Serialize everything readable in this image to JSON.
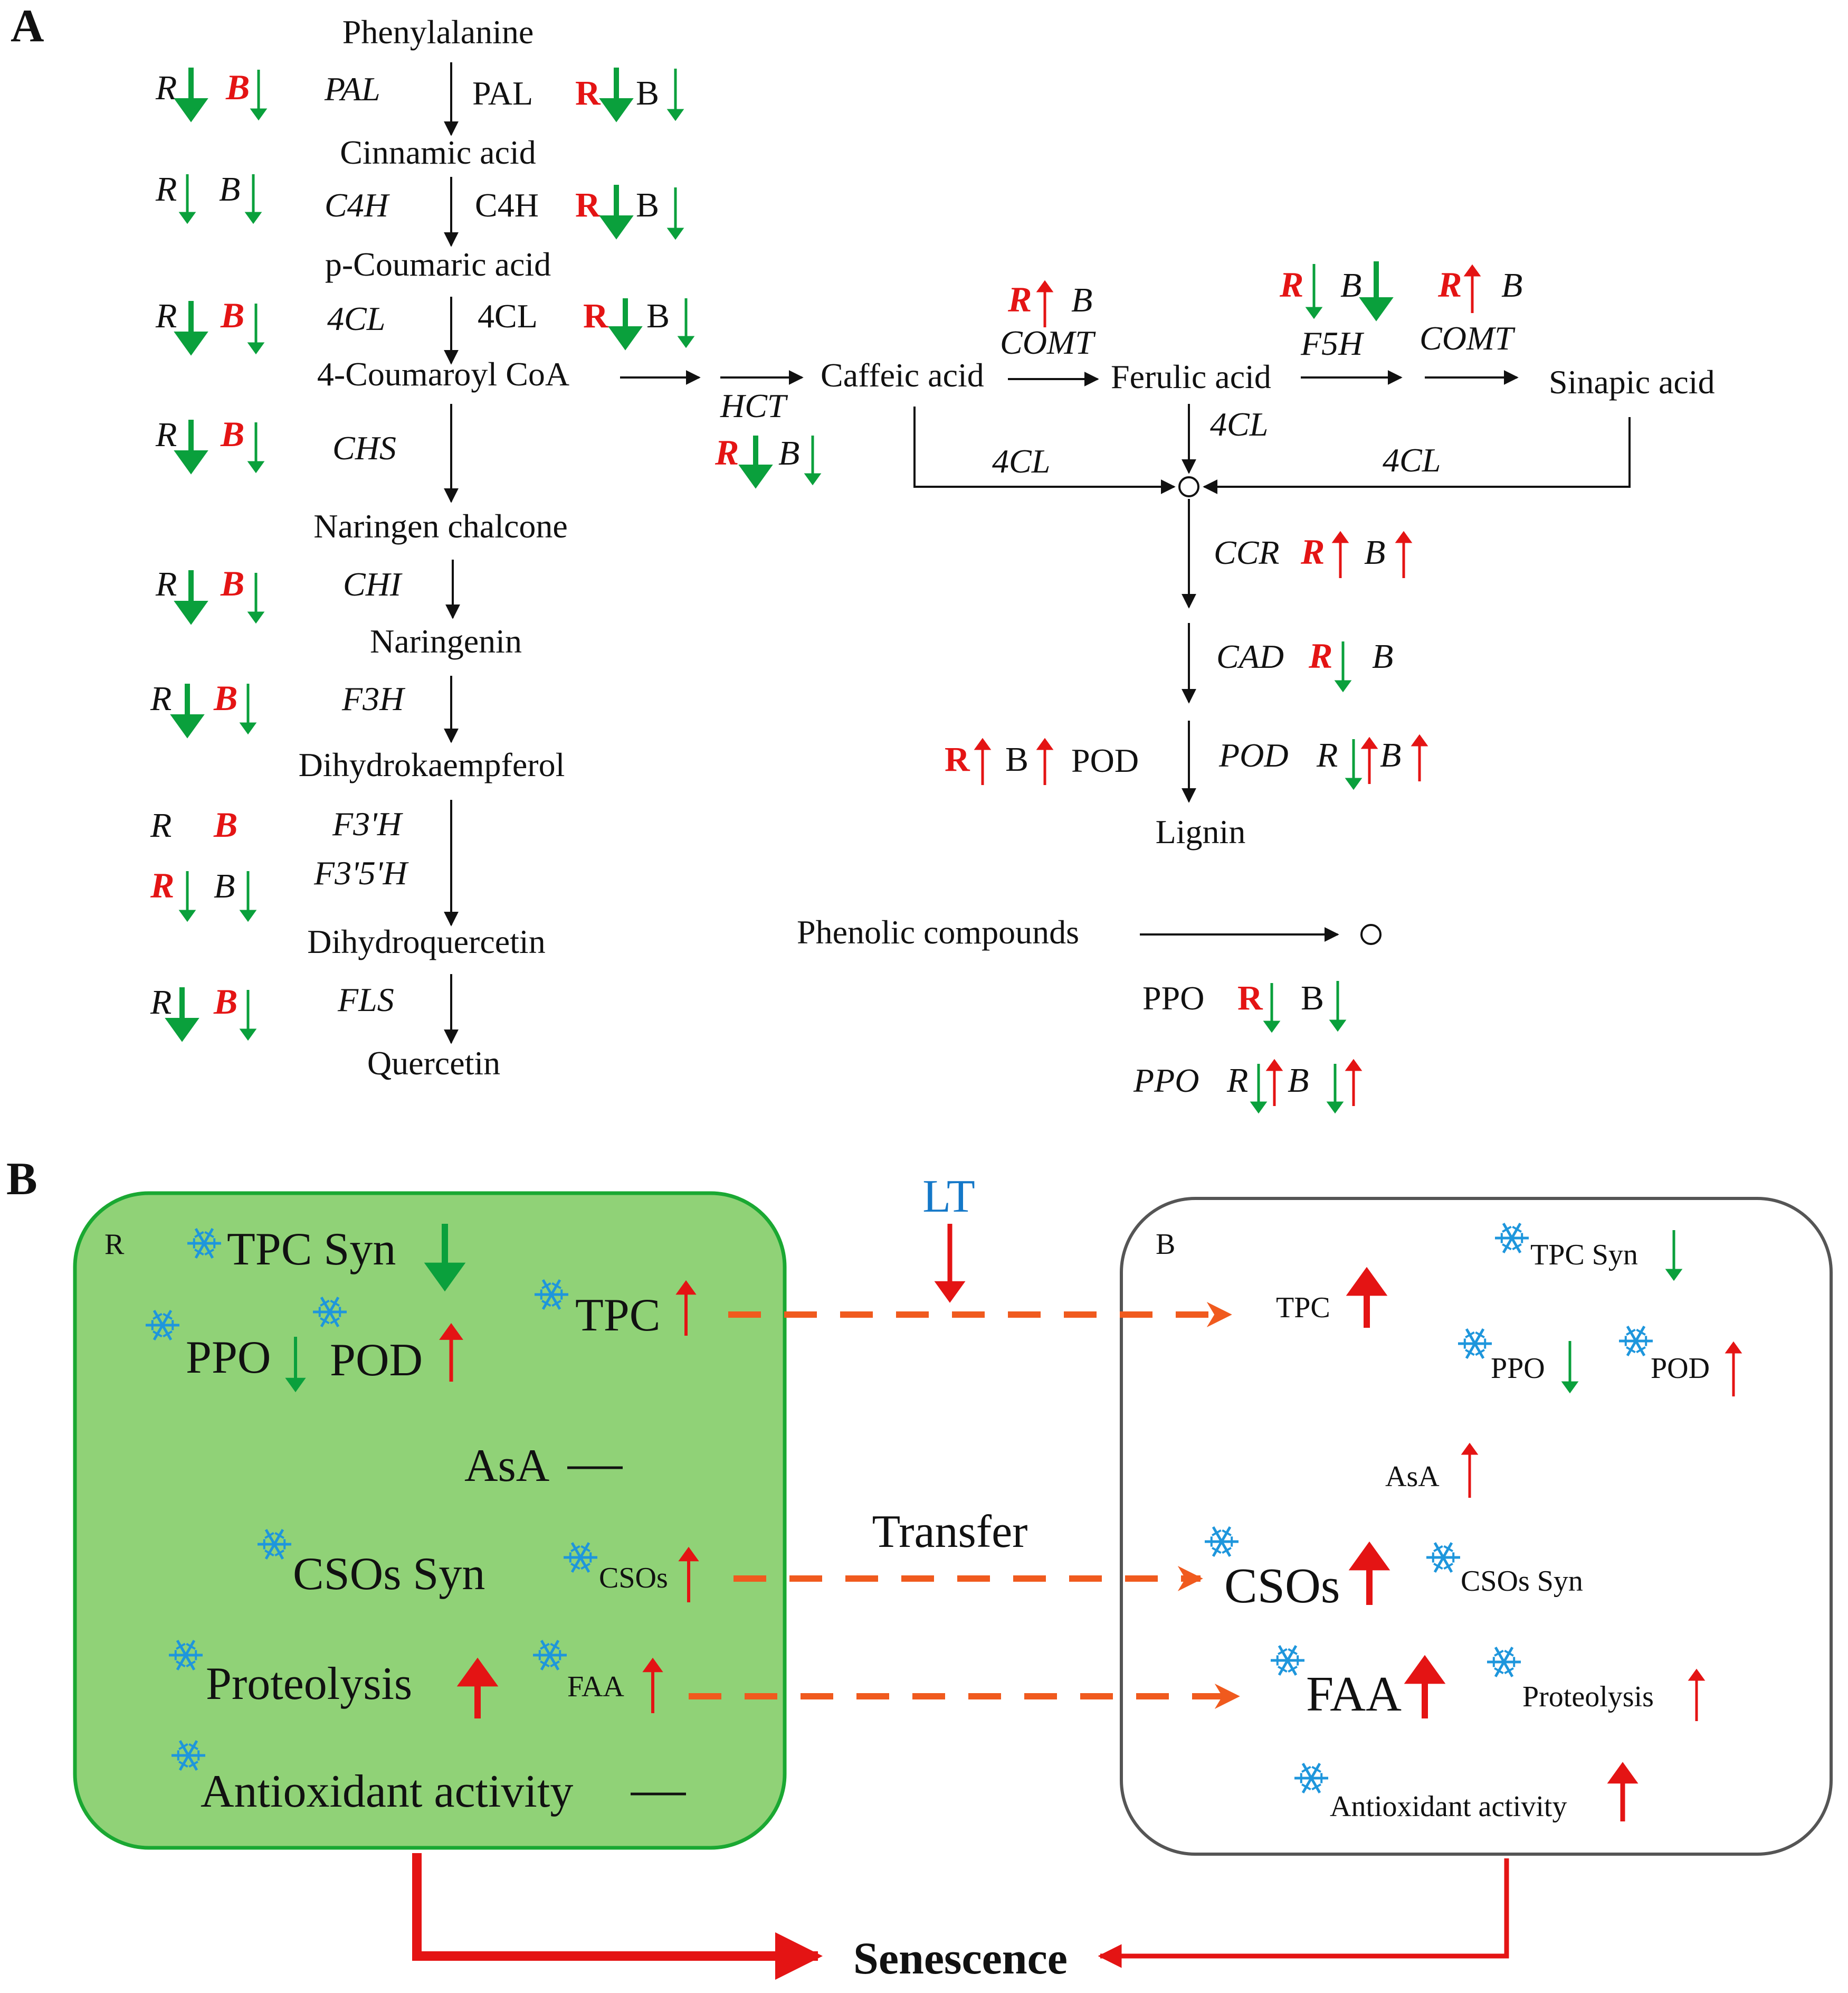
{
  "panel_a_label": "A",
  "panel_b_label": "B",
  "colors": {
    "up": "#e41414",
    "down": "#0aa03c",
    "flow": "#f05a1e",
    "snow": "#1e96dc",
    "box_r": "#90d277",
    "box_r_border": "#1aa832",
    "box_b_border": "#555555",
    "lt": "#1478c8"
  },
  "metabolites": {
    "phenylalanine": "Phenylalanine",
    "cinnamic": "Cinnamic acid",
    "coumaric": "p-Coumaric acid",
    "coumaroyl": "4-Coumaroyl CoA",
    "naringen_chalcone": "Naringen chalcone",
    "naringenin": "Naringenin",
    "dihydrokaempferol": "Dihydrokaempferol",
    "dihydroquercetin": "Dihydroquercetin",
    "quercetin": "Quercetin",
    "caffeic": "Caffeic acid",
    "ferulic": "Ferulic acid",
    "sinapic": "Sinapic acid",
    "lignin": "Lignin",
    "phenolic": "Phenolic compounds"
  },
  "genes": {
    "pal": "PAL",
    "c4h": "C4H",
    "fourcl": "4CL",
    "chs": "CHS",
    "chi": "CHI",
    "f3h": "F3H",
    "f3ph": "F3'H",
    "f35h": "F3'5'H",
    "fls": "FLS",
    "hct": "HCT",
    "comt": "COMT",
    "f5h": "F5H",
    "ccr": "CCR",
    "cad": "CAD",
    "pod": "POD",
    "ppo": "PPO"
  },
  "enzymes": {
    "pal": "PAL",
    "c4h": "C4H",
    "fourcl": "4CL",
    "pod": "POD",
    "ppo": "PPO"
  },
  "treatments": {
    "r": "R",
    "b": "B"
  },
  "panel_b": {
    "r_label": "R",
    "b_label": "B",
    "lt": "LT",
    "transfer": "Transfer",
    "senescence": "Senescence",
    "r_items": {
      "tpc_syn": "TPC Syn",
      "ppo": "PPO",
      "pod": "POD",
      "tpc": "TPC",
      "asa": "AsA",
      "csos_syn": "CSOs Syn",
      "csos": "CSOs",
      "proteolysis": "Proteolysis",
      "faa": "FAA",
      "antioxidant": "Antioxidant activity"
    },
    "b_items": {
      "tpc_syn": "TPC Syn",
      "tpc": "TPC",
      "ppo": "PPO",
      "pod": "POD",
      "asa": "AsA",
      "csos": "CSOs",
      "csos_syn": "CSOs Syn",
      "faa": "FAA",
      "proteolysis": "Proteolysis",
      "antioxidant": "Antioxidant activity"
    }
  }
}
